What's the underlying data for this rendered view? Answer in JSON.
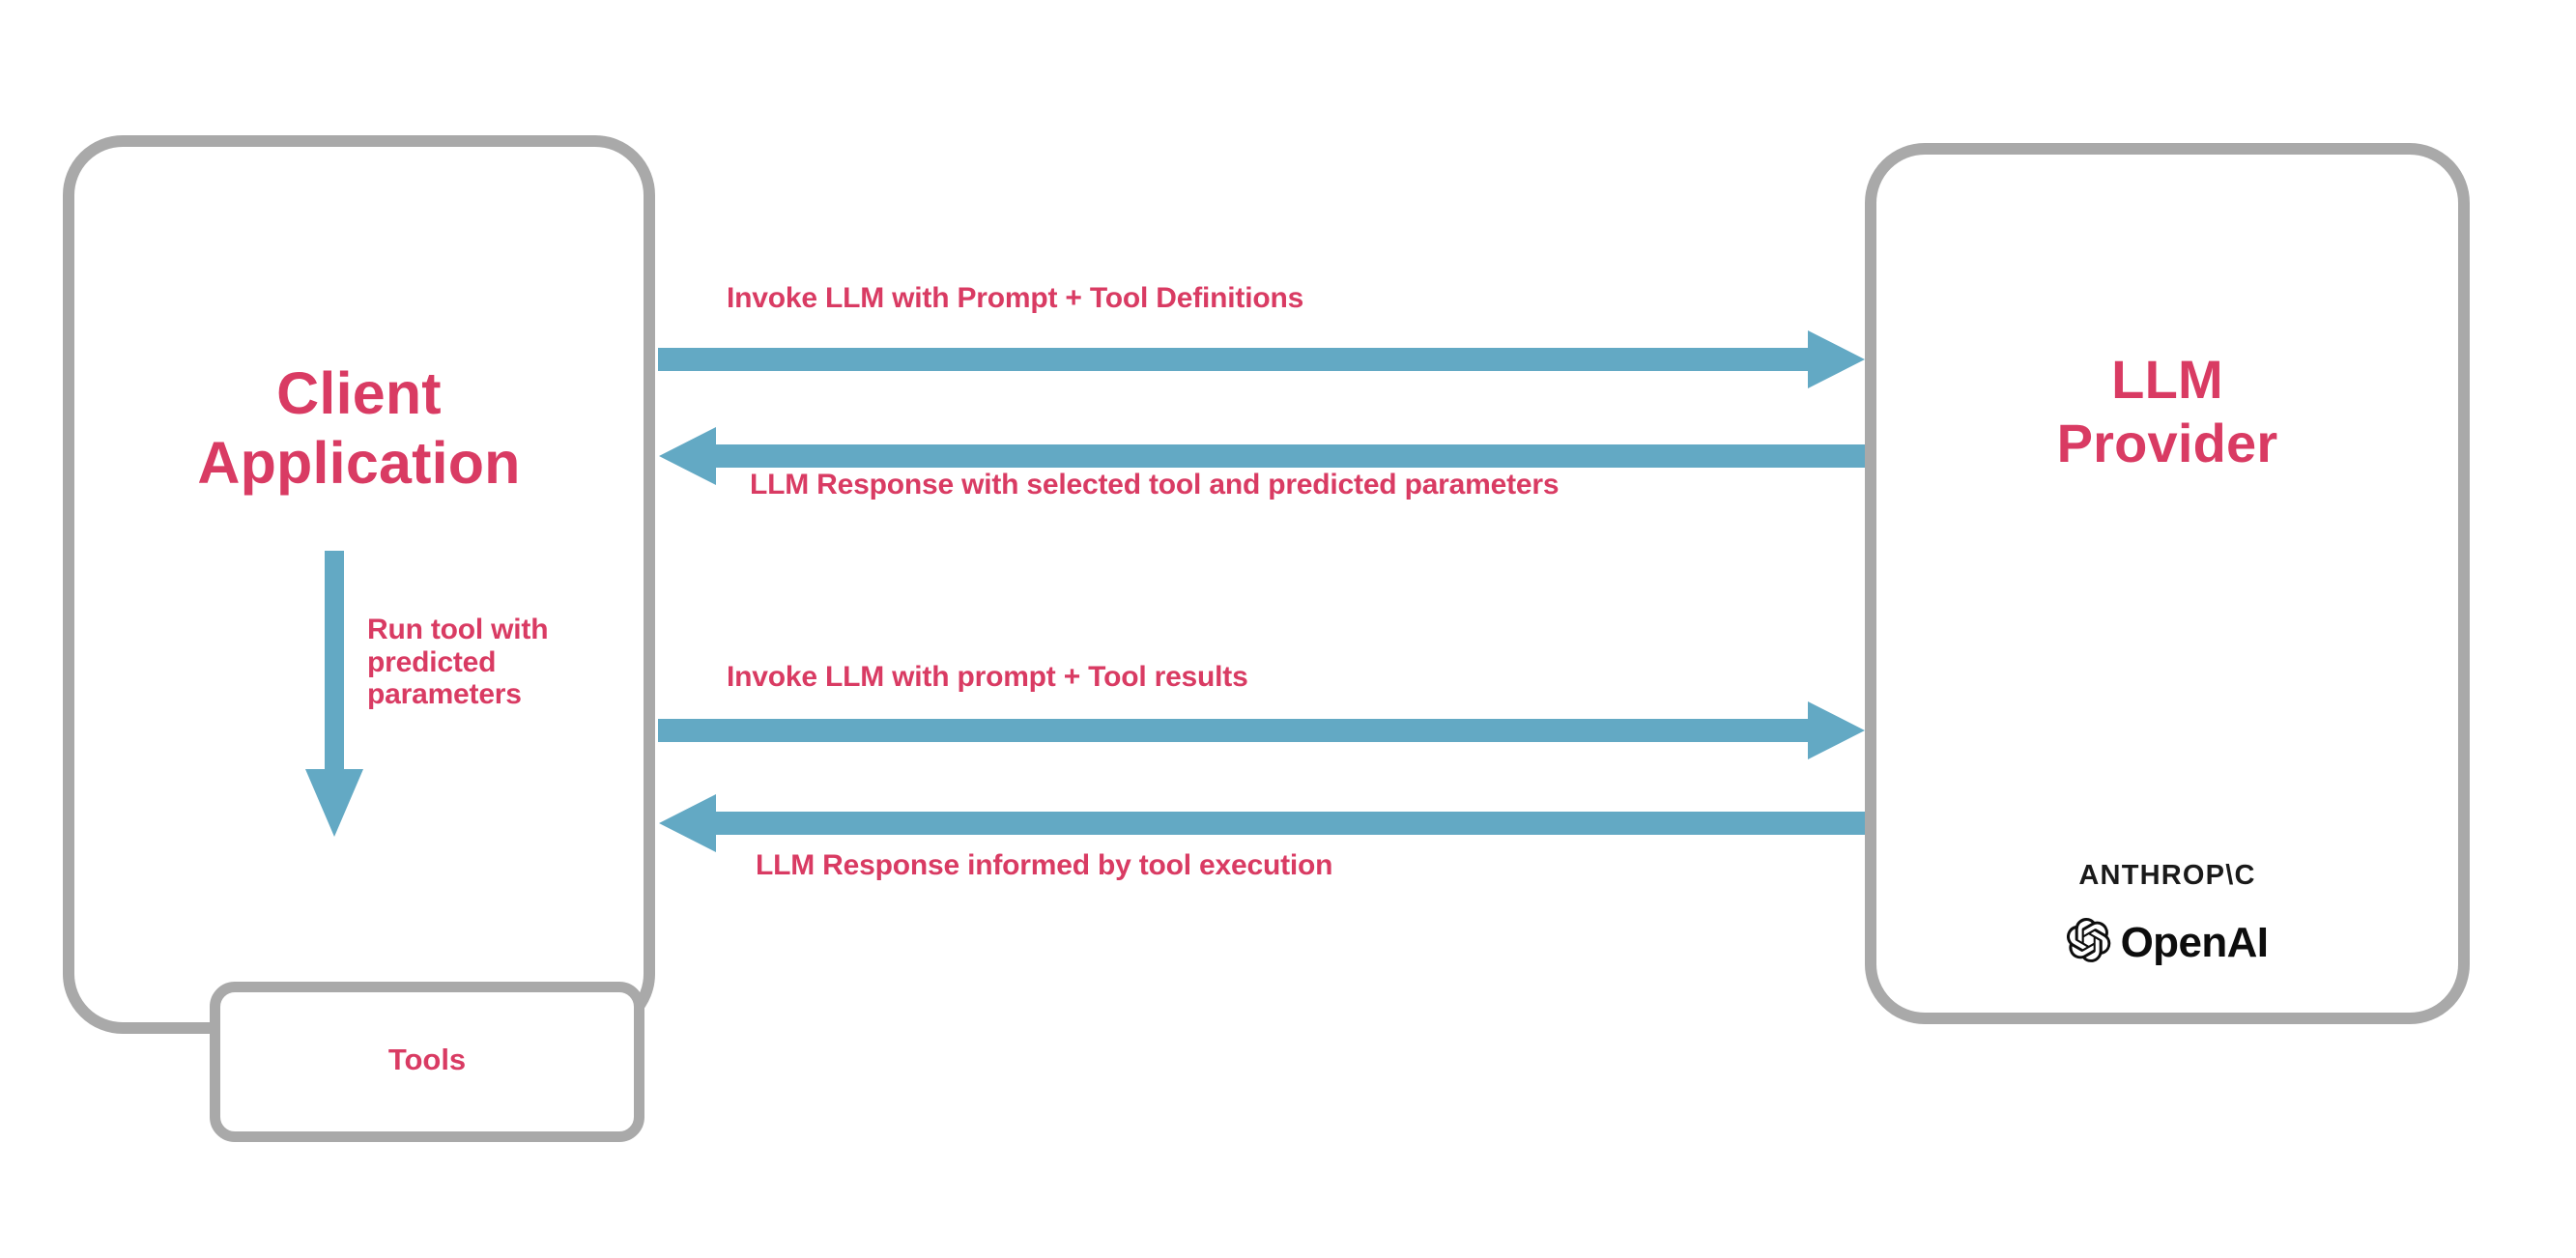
{
  "diagram": {
    "title_hidden": "",
    "colors": {
      "accent_pink": "#d93b63",
      "arrow_teal": "#63a9c4",
      "border_gray": "#a9a9a9",
      "logo_black": "#0d0d0d",
      "background": "#ffffff"
    }
  },
  "client": {
    "title_line1": "Client",
    "title_line2": "Application",
    "tools": {
      "label": "Tools"
    },
    "run_tool_label": "Run tool with predicted parameters"
  },
  "provider": {
    "title_line1": "LLM",
    "title_line2": "Provider",
    "logos": [
      {
        "name": "anthropic-logo",
        "text": "ANTHROP\\C"
      },
      {
        "name": "openai-logo",
        "text": "OpenAI"
      }
    ]
  },
  "arrows": [
    {
      "id": "invoke-1",
      "label": "Invoke LLM with Prompt + Tool Definitions",
      "direction": "right",
      "from": "Client Application",
      "to": "LLM Provider"
    },
    {
      "id": "response-1",
      "label": "LLM Response with selected tool and predicted parameters",
      "direction": "left",
      "from": "LLM Provider",
      "to": "Client Application"
    },
    {
      "id": "invoke-2",
      "label": "Invoke LLM with prompt + Tool results",
      "direction": "right",
      "from": "Client Application",
      "to": "LLM Provider"
    },
    {
      "id": "response-2",
      "label": "LLM Response informed by tool execution",
      "direction": "left",
      "from": "LLM Provider",
      "to": "Client Application"
    },
    {
      "id": "run-tool",
      "label": "Run tool with predicted parameters",
      "direction": "down",
      "from": "Client Application",
      "to": "Tools"
    }
  ]
}
